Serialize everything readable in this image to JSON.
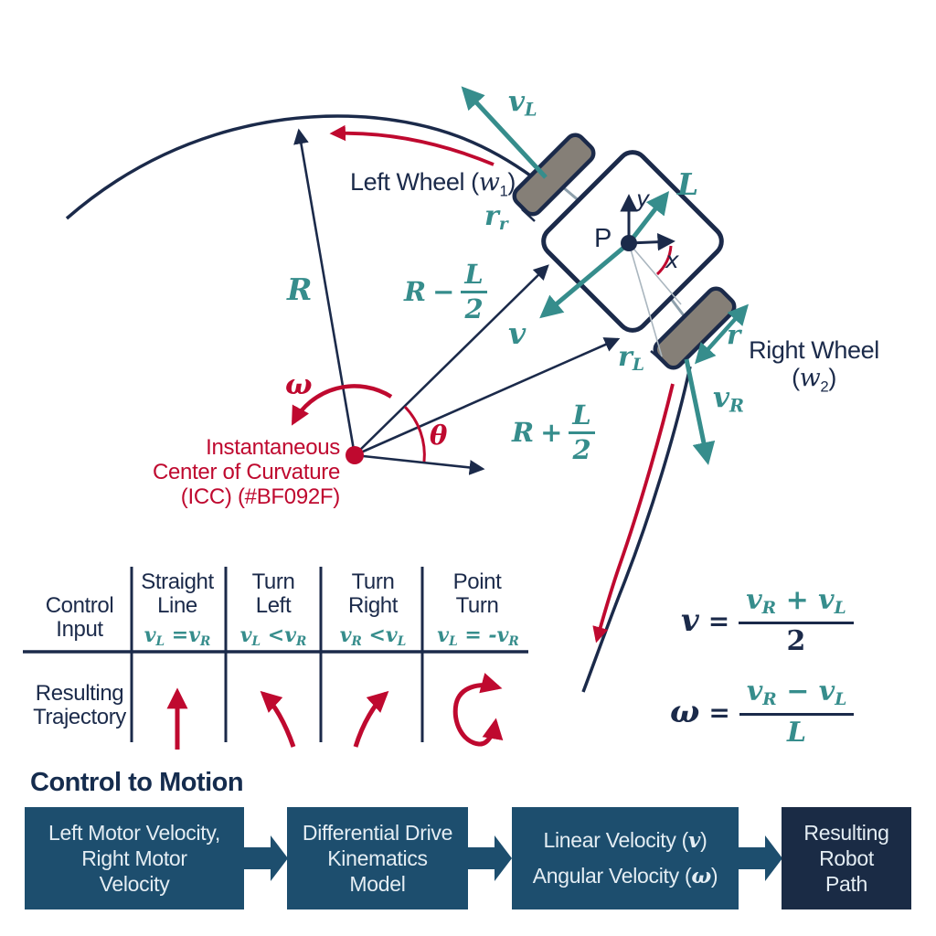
{
  "colors": {
    "navy": "#1B2A4A",
    "teal": "#368D8C",
    "red": "#BF092F",
    "wheel_gray": "#857F77",
    "box_blue": "#1D4E6E",
    "box_dark_navy": "#1A2B45",
    "background": "#FFFFFF"
  },
  "diagram": {
    "labels": {
      "vL": {
        "base": "v",
        "sub": "L"
      },
      "vR": {
        "base": "v",
        "sub": "R"
      },
      "L": "L",
      "v": "v",
      "R": "R",
      "r": "r",
      "P": "P",
      "x": "x",
      "y": "y",
      "omega": "ω",
      "theta": "θ",
      "rr": {
        "base": "r",
        "sub": "r"
      },
      "rl": {
        "base": "r",
        "sub": "L"
      },
      "left_wheel": {
        "pre": "Left Wheel (",
        "sym": "w",
        "sub": "1",
        "post": ")"
      },
      "right_wheel": {
        "line1": "Right Wheel",
        "pre": "(",
        "sym": "w",
        "sub": "2",
        "post": ")"
      },
      "R_minus": {
        "base": "R",
        "op": "−",
        "num": "L",
        "den": "2"
      },
      "R_plus": {
        "base": "R",
        "op": "+",
        "num": "L",
        "den": "2"
      },
      "icc": {
        "line1": "Instantaneous",
        "line2": "Center of Curvature",
        "line3": "(ICC) (#BF092F)"
      }
    }
  },
  "table": {
    "row1_label": {
      "line1": "Control",
      "line2": "Input"
    },
    "row2_label": {
      "line1": "Resulting",
      "line2": "Trajectory"
    },
    "cols": [
      {
        "h1": "Straight",
        "h2": "Line",
        "f": {
          "b1": "v",
          "s1": "L",
          "op": "=",
          "b2": "v",
          "s2": "R"
        }
      },
      {
        "h1": "Turn",
        "h2": "Left",
        "f": {
          "b1": "v",
          "s1": "L",
          "op": "<",
          "b2": "v",
          "s2": "R"
        }
      },
      {
        "h1": "Turn",
        "h2": "Right",
        "f": {
          "b1": "v",
          "s1": "R",
          "op": "<",
          "b2": "v",
          "s2": "L"
        }
      },
      {
        "h1": "Point",
        "h2": "Turn",
        "f": {
          "b1": "v",
          "s1": "L",
          "op": "= -",
          "b2": "v",
          "s2": "R"
        }
      }
    ]
  },
  "equations": [
    {
      "lhs": "v",
      "sign": "=",
      "n1": "v",
      "s1": "R",
      "op": "+",
      "n2": "v",
      "s2": "L",
      "den": "2"
    },
    {
      "lhs": "ω",
      "sign": "=",
      "n1": "v",
      "s1": "R",
      "op": "−",
      "n2": "v",
      "s2": "L",
      "den": "L"
    }
  ],
  "flow": {
    "heading": "Control to Motion",
    "boxes": [
      {
        "lines": [
          "Left Motor Velocity,",
          "Right Motor",
          "Velocity"
        ]
      },
      {
        "lines": [
          "Differential Drive",
          "Kinematics",
          "Model"
        ]
      },
      {
        "l1pre": "Linear Velocity (",
        "l1sym": "v",
        "l1post": ")",
        "l2pre": "Angular Velocity (",
        "l2sym": "ω",
        "l2post": ")"
      },
      {
        "lines": [
          "Resulting",
          "Robot",
          "Path"
        ]
      }
    ]
  }
}
